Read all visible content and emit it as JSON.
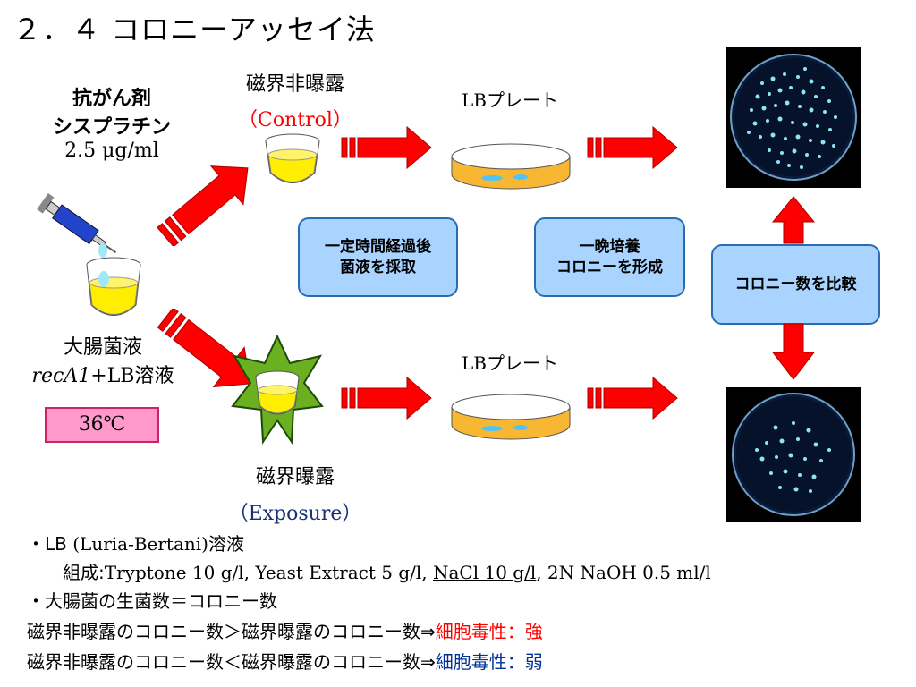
{
  "title": "２．４ コロニーアッセイ法",
  "drug": {
    "line1": "抗がん剤",
    "line2": "シスプラチン",
    "dose": "2.5 μg/ml"
  },
  "bacteria": {
    "name": "大腸菌液",
    "strain": "recA1",
    "medium": "+LB溶液"
  },
  "temperature": "36℃",
  "control": {
    "label": "磁界非曝露",
    "sub": "（Control）"
  },
  "exposure": {
    "label": "磁界曝露",
    "sub": "（Exposure）"
  },
  "plate_label_top": "LBプレート",
  "plate_label_bottom": "LBプレート",
  "step1": {
    "line1": "一定時間経過後",
    "line2": "菌液を採取"
  },
  "step2": {
    "line1": "一晩培養",
    "line2": "コロニーを形成"
  },
  "compare": "コロニー数を比較",
  "notes": {
    "lb_prefix": "・LB",
    "lb_name": " (Luria-Bertani)",
    "lb_suffix": "溶液",
    "comp_prefix": "組成",
    "comp_colon": ":",
    "comp_a": "Tryptone 10 g/l,  Yeast Extract 5 g/l,  ",
    "comp_b": "NaCl 10 g/l",
    "comp_c": ",  2N NaOH 0.5 ml/l",
    "count_line": "・大腸菌の生菌数＝コロニー数",
    "result1_a": "磁界非曝露のコロニー数＞磁界曝露のコロニー数⇒",
    "result1_b": "細胞毒性",
    "result1_c": "：強",
    "result2_a": "磁界非曝露のコロニー数＜磁界曝露のコロニー数⇒",
    "result2_b": "細胞毒性",
    "result2_c": "：弱"
  },
  "colors": {
    "arrow": "#ff0000",
    "box": "#a8d4ff",
    "liquid": "#ffee00",
    "star": "#6ab020",
    "temp_box": "#ff99cc"
  }
}
